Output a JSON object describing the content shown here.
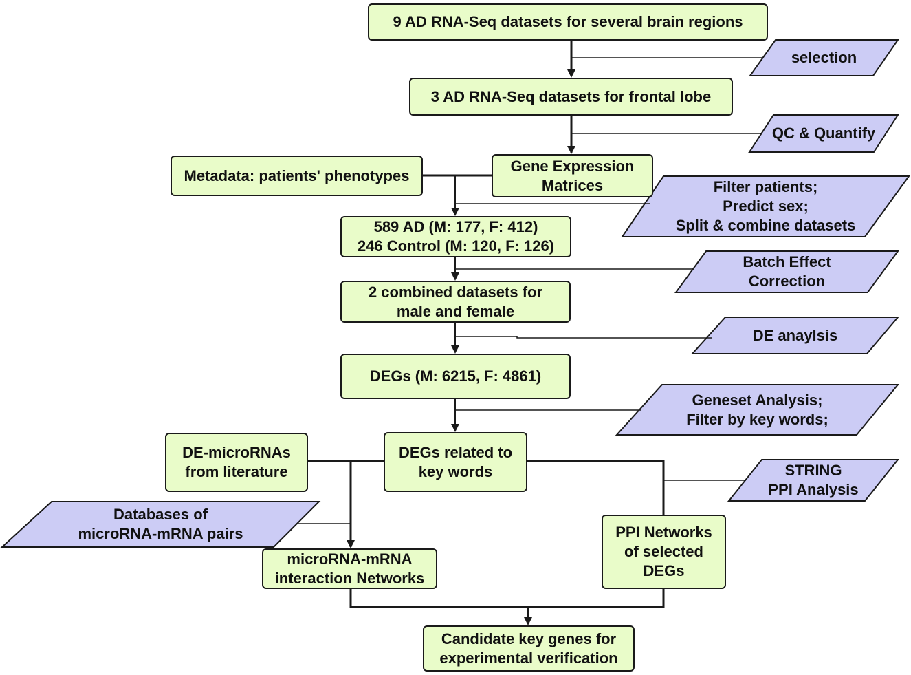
{
  "colors": {
    "box_fill": "#e9fcc9",
    "step_fill": "#ccccf5",
    "stroke": "#1a1a1a"
  },
  "boxes": {
    "source_datasets": "9 AD RNA-Seq datasets for several brain regions",
    "frontal_datasets": "3 AD RNA-Seq datasets for frontal lobe",
    "gene_expression": "Gene Expression\nMatrices",
    "metadata": "Metadata: patients' phenotypes",
    "sample_counts": "589 AD (M: 177, F: 412)\n246 Control (M: 120, F: 126)",
    "combined_datasets": "2 combined datasets for\nmale and female",
    "degs": "DEGs (M: 6215, F: 4861)",
    "degs_keywords": "DEGs related to\nkey words",
    "de_micrornas": "DE-microRNAs\nfrom literature",
    "mirna_networks": "microRNA-mRNA\ninteraction Networks",
    "ppi_networks": "PPI  Networks\nof selected\nDEGs",
    "candidates": "Candidate key genes for\nexperimental verification"
  },
  "steps": {
    "selection": "selection",
    "qc_quantify": "QC & Quantify",
    "filter_predict_split": "Filter patients;\nPredict sex;\nSplit & combine datasets",
    "batch_correction": "Batch Effect\nCorrection",
    "de_analysis": "DE anaylsis",
    "geneset_analysis": "Geneset Analysis;\nFilter by key words;",
    "string_ppi": "STRING\nPPI Analysis",
    "mirna_databases": "Databases of\nmicroRNA-mRNA pairs"
  }
}
